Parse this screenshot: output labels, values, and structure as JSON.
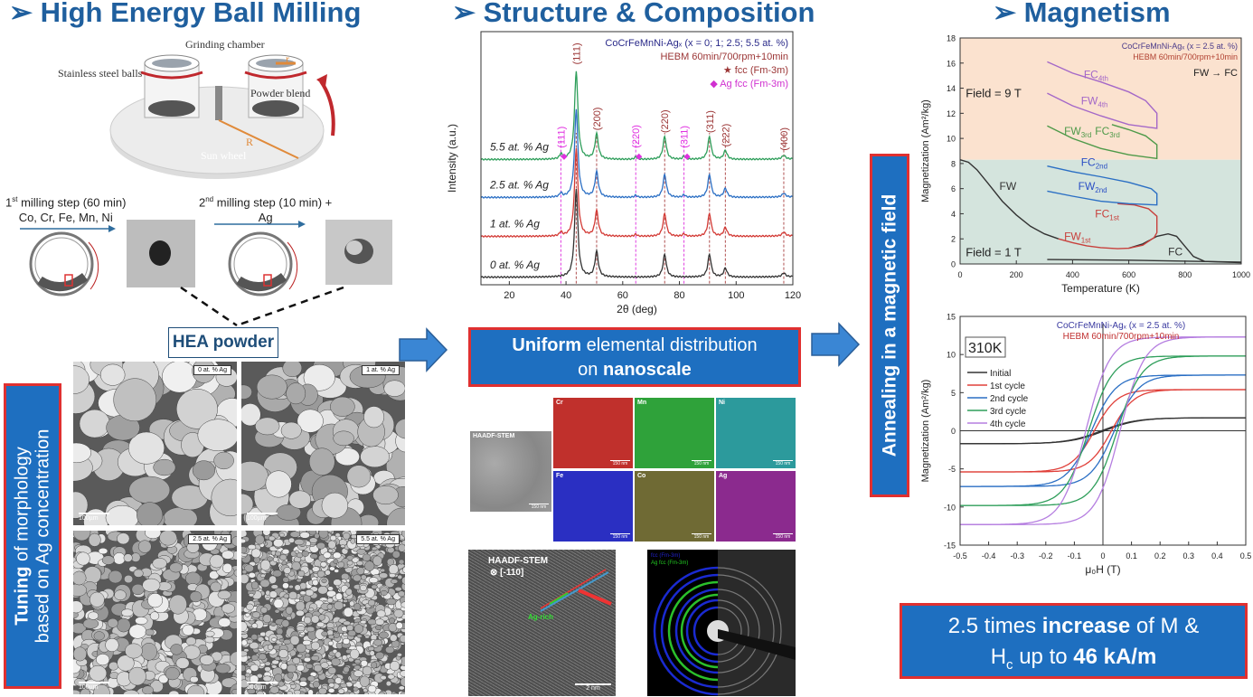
{
  "sections": {
    "milling": "➢ High Energy Ball Milling",
    "structure": "➢ Structure & Composition",
    "magnetism": "➢ Magnetism"
  },
  "mill": {
    "grinding_chamber": "Grinding chamber",
    "balls": "Stainless steel balls",
    "powder": "Powder blend",
    "r_small": "r",
    "r_big": "R",
    "sun_wheel": "Sun wheel"
  },
  "steps": {
    "step1_line1_sup": "st",
    "step1_line1_pre": "1",
    "step1_line1": " milling step (60 min)",
    "step1_line2": "Co, Cr, Fe, Mn, Ni",
    "step2_line1_pre": "2",
    "step2_line1_sup": "nd",
    "step2_line1": " milling step (10 min) +",
    "step2_line2": "Ag"
  },
  "hea_powder": "HEA powder",
  "tuning": {
    "bold": "Tuning",
    "rest": " of morphology",
    "line2": "based on Ag concentration"
  },
  "sem": [
    {
      "tag": "0 at. % Ag",
      "scale": "100µm"
    },
    {
      "tag": "1 at. % Ag",
      "scale": "100µm"
    },
    {
      "tag": "2.5 at. % Ag",
      "scale": "100µm"
    },
    {
      "tag": "5.5 at. % Ag",
      "scale": "100µm"
    }
  ],
  "uniform": {
    "bold1": "Uniform",
    "rest1": " elemental distribution",
    "pre2": "on ",
    "bold2": "nanoscale"
  },
  "eds": {
    "haadf": "HAADF-STEM",
    "haadf_scale": "150 nm",
    "maps": [
      {
        "el": "Cr",
        "color": "#c0302c",
        "scale": "150 nm"
      },
      {
        "el": "Mn",
        "color": "#2fa23a",
        "scale": "150 nm"
      },
      {
        "el": "Ni",
        "color": "#2c9a9c",
        "scale": "150 nm"
      },
      {
        "el": "Fe",
        "color": "#2a2fc2",
        "scale": "150 nm"
      },
      {
        "el": "Co",
        "color": "#6f6a34",
        "scale": "150 nm"
      },
      {
        "el": "Ag",
        "color": "#8b2a8e",
        "scale": "150 nm"
      }
    ]
  },
  "hrtem": {
    "title": "HAADF-STEM",
    "zone": "⊗ [-110]",
    "ag_rich": "Ag-rich",
    "scale": "2 nm"
  },
  "saed": {
    "fcc": "fcc (Fm-3m)",
    "ag_fcc": "Ag fcc (Fm-3m)"
  },
  "annealing": "Annealing in a magnetic field",
  "result": {
    "l1_pre": "2.5 times ",
    "l1_bold": "increase",
    "l1_post": " of M &",
    "l2_pre": "H",
    "l2_sub": "c",
    "l2_mid": " up to ",
    "l2_bold": "46 kA/m"
  },
  "colors": {
    "title": "#1f5f9e",
    "box": "#1e6fc0",
    "box_border": "#e03030",
    "arrow": "#3a86d4"
  },
  "chart_data": [
    {
      "type": "line",
      "id": "xrd",
      "xlabel": "2θ (deg)",
      "ylabel": "Intensity (a.u.)",
      "xlim": [
        10,
        120
      ],
      "ylim": [
        0,
        100
      ],
      "xticks": [
        20,
        40,
        60,
        80,
        100,
        120
      ],
      "legend": [
        "CoCrFeMnNi-Agₓ (x = 0; 1; 2.5; 5.5 at. %)",
        "HEBM 60min/700rpm+10min",
        "★ fcc (Fm-3m)",
        "◆ Ag fcc (Fm-3m)"
      ],
      "fcc_peaks": [
        {
          "x": 43.6,
          "label": "(111)",
          "h": 35
        },
        {
          "x": 50.8,
          "label": "(200)",
          "h": 10
        },
        {
          "x": 74.8,
          "label": "(220)",
          "h": 9
        },
        {
          "x": 90.6,
          "label": "(311)",
          "h": 9
        },
        {
          "x": 96.2,
          "label": "(222)",
          "h": 3.5
        },
        {
          "x": 116.8,
          "label": "(400)",
          "h": 1.5
        }
      ],
      "ag_peaks": [
        {
          "x": 38.2,
          "label": "(111)",
          "h": 1.6
        },
        {
          "x": 64.6,
          "label": "(220)",
          "h": 0.8
        },
        {
          "x": 81.6,
          "label": "(311)",
          "h": 1
        }
      ],
      "series": [
        {
          "name": "0 at. % Ag",
          "offset": 2.5,
          "ag": 0,
          "color": "#333333"
        },
        {
          "name": "1 at. % Ag",
          "offset": 18.6,
          "ag": 1,
          "color": "#d33a35"
        },
        {
          "name": "2.5 at. % Ag",
          "offset": 34,
          "ag": 1,
          "color": "#2b6fc4"
        },
        {
          "name": "5.5 at. % Ag",
          "offset": 49,
          "ag": 1.3,
          "color": "#2e9e5a"
        }
      ]
    },
    {
      "type": "line",
      "id": "mt",
      "xlabel": "Temperature (K)",
      "ylabel": "Magnetization (Am²/kg)",
      "xlim": [
        0,
        1000
      ],
      "ylim": [
        0,
        18
      ],
      "xticks": [
        0,
        200,
        400,
        600,
        800,
        1000
      ],
      "yticks": [
        0,
        2,
        4,
        6,
        8,
        10,
        12,
        14,
        16,
        18
      ],
      "legend": [
        "CoCrFeMnNi-Agₓ (x = 2.5 at. %)",
        "HEBM 60min/700rpm+10min",
        "FW → FC"
      ],
      "regions": [
        {
          "label": "Field = 9 T",
          "from": 8.3,
          "to": 18,
          "color": "#fbe2cf"
        },
        {
          "label": "Field = 1 T",
          "from": 0,
          "to": 8.3,
          "color": "#d4e4dd"
        }
      ],
      "series": [
        {
          "name": "FW",
          "color": "#333333",
          "points": [
            [
              0,
              8.3
            ],
            [
              30,
              8.1
            ],
            [
              60,
              7.5
            ],
            [
              100,
              6.4
            ],
            [
              150,
              5
            ],
            [
              200,
              3.9
            ],
            [
              250,
              3
            ],
            [
              300,
              2.4
            ],
            [
              350,
              2
            ]
          ]
        },
        {
          "name": "FC",
          "color": "#333333",
          "points": [
            [
              310,
              0.35
            ],
            [
              600,
              0.3
            ],
            [
              1000,
              0.15
            ]
          ]
        },
        {
          "name": "FC-peak",
          "color": "#333333",
          "points": [
            [
              600,
              1.25
            ],
            [
              650,
              1.6
            ],
            [
              700,
              2.2
            ],
            [
              740,
              2.4
            ],
            [
              770,
              2.2
            ],
            [
              800,
              1.4
            ],
            [
              830,
              0.6
            ],
            [
              870,
              0.2
            ],
            [
              1000,
              0.1
            ]
          ]
        },
        {
          "name": "FW1st",
          "color": "#c8403c",
          "points": [
            [
              350,
              2
            ],
            [
              400,
              1.7
            ],
            [
              450,
              1.45
            ],
            [
              500,
              1.3
            ],
            [
              560,
              1.22
            ],
            [
              600,
              1.25
            ],
            [
              650,
              1.5
            ],
            [
              690,
              2.1
            ],
            [
              700,
              2.5
            ],
            [
              700,
              3.8
            ],
            [
              670,
              4.4
            ],
            [
              620,
              4.7
            ],
            [
              560,
              4.8
            ]
          ]
        },
        {
          "name": "FW2nd",
          "color": "#2b6fc4",
          "points": [
            [
              310,
              5.8
            ],
            [
              400,
              5.4
            ],
            [
              500,
              5.0
            ],
            [
              600,
              4.8
            ],
            [
              700,
              4.7
            ],
            [
              700,
              5.6
            ],
            [
              680,
              6.0
            ],
            [
              600,
              6.5
            ],
            [
              500,
              6.95
            ],
            [
              400,
              7.35
            ],
            [
              310,
              7.8
            ]
          ]
        },
        {
          "name": "FW3rd",
          "color": "#4f9a4a",
          "points": [
            [
              310,
              11
            ],
            [
              400,
              10
            ],
            [
              500,
              9.2
            ],
            [
              600,
              8.7
            ],
            [
              700,
              8.4
            ],
            [
              700,
              9.5
            ],
            [
              660,
              10.2
            ],
            [
              600,
              10.7
            ],
            [
              540,
              11.1
            ]
          ]
        },
        {
          "name": "FW4th",
          "color": "#a468c8",
          "points": [
            [
              310,
              13.6
            ],
            [
              400,
              12.6
            ],
            [
              500,
              11.8
            ],
            [
              600,
              11.1
            ],
            [
              700,
              10.8
            ],
            [
              700,
              12
            ],
            [
              660,
              13
            ],
            [
              600,
              13.7
            ],
            [
              500,
              14.5
            ],
            [
              400,
              15.2
            ],
            [
              310,
              16.1
            ]
          ]
        }
      ],
      "annotations": [
        {
          "text": "FC",
          "sub": "4th",
          "x": 440,
          "y": 14.8,
          "color": "#a468c8"
        },
        {
          "text": "FW",
          "sub": "4th",
          "x": 430,
          "y": 12.7,
          "color": "#a468c8"
        },
        {
          "text": "FW",
          "sub": "3rd",
          "x": 370,
          "y": 10.3,
          "color": "#4f9a4a"
        },
        {
          "text": "FC",
          "sub": "3rd",
          "x": 480,
          "y": 10.3,
          "color": "#4f9a4a"
        },
        {
          "text": "FC",
          "sub": "2nd",
          "x": 430,
          "y": 7.8,
          "color": "#2b4fc4"
        },
        {
          "text": "FW",
          "sub": "2nd",
          "x": 420,
          "y": 5.9,
          "color": "#2b4fc4"
        },
        {
          "text": "FC",
          "sub": "1st",
          "x": 480,
          "y": 3.7,
          "color": "#c8403c"
        },
        {
          "text": "FW",
          "sub": "1st",
          "x": 370,
          "y": 1.9,
          "color": "#c8403c"
        },
        {
          "text": "FW",
          "sub": "",
          "x": 140,
          "y": 5.9,
          "color": "#333333"
        },
        {
          "text": "FC",
          "sub": "",
          "x": 740,
          "y": 0.7,
          "color": "#333333"
        }
      ]
    },
    {
      "type": "line",
      "id": "mh",
      "xlabel": "μ₀H (T)",
      "ylabel": "Magnetization (Am²/kg)",
      "xlim": [
        -0.5,
        0.5
      ],
      "ylim": [
        -15,
        15
      ],
      "xticks": [
        -0.5,
        -0.4,
        -0.3,
        -0.2,
        -0.1,
        0.0,
        0.1,
        0.2,
        0.3,
        0.4,
        0.5
      ],
      "yticks": [
        -15,
        -10,
        -5,
        0,
        5,
        10,
        15
      ],
      "temperature": "310K",
      "legend_title": [
        "CoCrFeMnNi-Agₓ (x = 2.5 at. %)",
        "HEBM 60min/700rpm+10min"
      ],
      "series": [
        {
          "name": "Initial",
          "color": "#333333",
          "ms": 1.7,
          "hc": 0.005,
          "w": 0.12
        },
        {
          "name": "1st cycle",
          "color": "#e0403a",
          "ms": 5.4,
          "hc": 0.03,
          "w": 0.08
        },
        {
          "name": "2nd cycle",
          "color": "#2b6fc4",
          "ms": 7.3,
          "hc": 0.04,
          "w": 0.085
        },
        {
          "name": "3rd cycle",
          "color": "#2e9e5a",
          "ms": 9.8,
          "hc": 0.05,
          "w": 0.085
        },
        {
          "name": "4th cycle",
          "color": "#b57ee0",
          "ms": 12.3,
          "hc": 0.06,
          "w": 0.085
        }
      ]
    }
  ]
}
